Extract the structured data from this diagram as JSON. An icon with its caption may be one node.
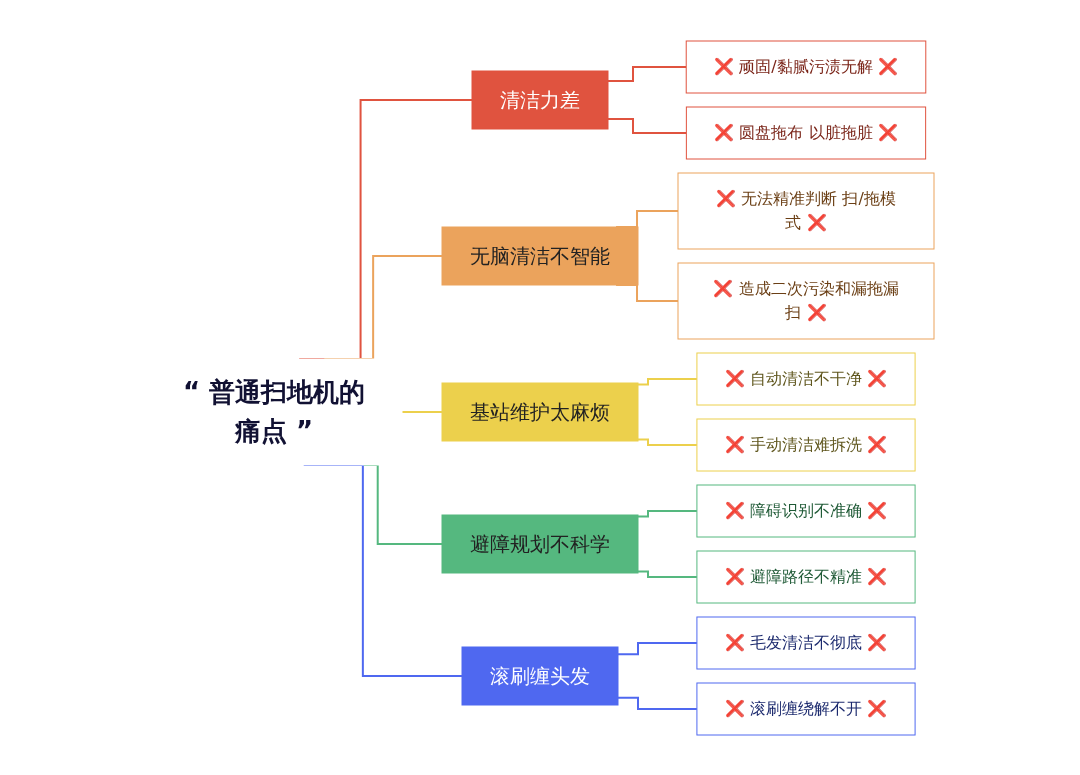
{
  "diagram": {
    "nodes": [
      {
        "text": [
          "“ 普通扫地机的痛点 ”"
        ]
      },
      {
        "text": [
          "清洁力差"
        ]
      },
      {
        "text": [
          "❌ 顽固/黏腻污渍无解 ❌"
        ]
      },
      {
        "text": [
          "❌ 圆盘拖布 以脏拖脏 ❌"
        ]
      },
      {
        "text": [
          "无脑清洁不智能"
        ]
      },
      {
        "text": [
          "❌ 无法精准判断 扫/拖模式 ❌"
        ]
      },
      {
        "text": [
          "❌ 造成二次污染和漏拖漏扫 ❌"
        ]
      },
      {
        "text": [
          "基站维护太麻烦"
        ]
      },
      {
        "text": [
          "❌ 自动清洁不干净 ❌"
        ]
      },
      {
        "text": [
          "❌ 手动清洁难拆洗 ❌"
        ]
      },
      {
        "text": [
          "避障规划不科学"
        ]
      },
      {
        "text": [
          "❌ 障碍识别不准确 ❌"
        ]
      },
      {
        "text": [
          "❌ 避障路径不精准 ❌"
        ]
      },
      {
        "text": [
          "滚刷缠头发"
        ]
      },
      {
        "text": [
          "❌ 毛发清洁不彻底 ❌"
        ]
      },
      {
        "text": [
          "❌ 滚刷缠绕解不开 ❌"
        ]
      }
    ],
    "edges": [
      {
        "from": 0,
        "to": 1,
        "arrow": "none",
        "color": "#e0533f"
      },
      {
        "from": 1,
        "to": 2,
        "arrow": "none",
        "color": "#e0533f"
      },
      {
        "from": 1,
        "to": 3,
        "arrow": "none",
        "color": "#e0533f"
      },
      {
        "from": 0,
        "to": 4,
        "arrow": "none",
        "color": "#eba35c"
      },
      {
        "from": 4,
        "to": 5,
        "arrow": "none",
        "color": "#eba35c"
      },
      {
        "from": 4,
        "to": 6,
        "arrow": "none",
        "color": "#eba35c"
      },
      {
        "from": 0,
        "to": 7,
        "arrow": "none",
        "color": "#ecd04c"
      },
      {
        "from": 7,
        "to": 8,
        "arrow": "none",
        "color": "#ecd04c"
      },
      {
        "from": 7,
        "to": 9,
        "arrow": "none",
        "color": "#ecd04c"
      },
      {
        "from": 0,
        "to": 10,
        "arrow": "none",
        "color": "#55b87f"
      },
      {
        "from": 10,
        "to": 11,
        "arrow": "none",
        "color": "#55b87f"
      },
      {
        "from": 10,
        "to": 12,
        "arrow": "none",
        "color": "#55b87f"
      },
      {
        "from": 0,
        "to": 13,
        "arrow": "none",
        "color": "#4f68f0"
      },
      {
        "from": 13,
        "to": 14,
        "arrow": "none",
        "color": "#4f68f0"
      },
      {
        "from": 13,
        "to": 15,
        "arrow": "none",
        "color": "#4f68f0"
      }
    ]
  }
}
